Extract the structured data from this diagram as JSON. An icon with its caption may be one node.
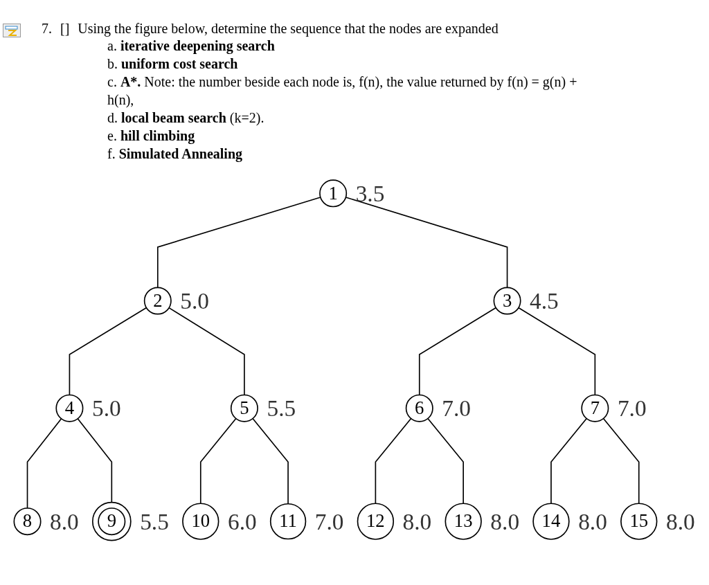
{
  "diagram": {
    "nodes": [
      {
        "text": [
          "1"
        ],
        "beside": [
          "3.5"
        ]
      },
      {
        "text": [
          "2"
        ],
        "beside": [
          "5.0"
        ]
      },
      {
        "text": [
          "3"
        ],
        "beside": [
          "4.5"
        ]
      },
      {
        "text": [
          "4"
        ],
        "beside": [
          "5.0"
        ]
      },
      {
        "text": [
          "5"
        ],
        "beside": [
          "5.5"
        ]
      },
      {
        "text": [
          "6"
        ],
        "beside": [
          "7.0"
        ]
      },
      {
        "text": [
          "7"
        ],
        "beside": [
          "7.0"
        ]
      },
      {
        "text": [
          "8"
        ],
        "beside": [
          "8.0"
        ]
      },
      {
        "text": [
          "9"
        ],
        "beside": [
          "5.5"
        ]
      },
      {
        "text": [
          "10"
        ],
        "beside": [
          "6.0"
        ]
      },
      {
        "text": [
          "11"
        ],
        "beside": [
          "7.0"
        ]
      },
      {
        "text": [
          "12"
        ],
        "beside": [
          "8.0"
        ]
      },
      {
        "text": [
          "13"
        ],
        "beside": [
          "8.0"
        ]
      },
      {
        "text": [
          "14"
        ],
        "beside": [
          "8.0"
        ]
      },
      {
        "text": [
          "15"
        ],
        "beside": [
          "8.0"
        ]
      }
    ],
    "edges": [
      {
        "from": 0,
        "to": 1,
        "arrow": "none"
      },
      {
        "from": 0,
        "to": 2,
        "arrow": "none"
      },
      {
        "from": 1,
        "to": 3,
        "arrow": "none"
      },
      {
        "from": 1,
        "to": 4,
        "arrow": "none"
      },
      {
        "from": 2,
        "to": 5,
        "arrow": "none"
      },
      {
        "from": 2,
        "to": 6,
        "arrow": "none"
      },
      {
        "from": 3,
        "to": 7,
        "arrow": "none"
      },
      {
        "from": 3,
        "to": 8,
        "arrow": "none"
      },
      {
        "from": 4,
        "to": 9,
        "arrow": "none"
      },
      {
        "from": 4,
        "to": 10,
        "arrow": "none"
      },
      {
        "from": 5,
        "to": 11,
        "arrow": "none"
      },
      {
        "from": 5,
        "to": 12,
        "arrow": "none"
      },
      {
        "from": 6,
        "to": 13,
        "arrow": "none"
      },
      {
        "from": 6,
        "to": 14,
        "arrow": "none"
      }
    ],
    "labels": [
      "7.",
      "[]",
      "Using the figure below, determine the sequence that the nodes are expanded",
      "a. **iterative deepening search**",
      "b. **uniform cost search**",
      "c. **A*.** Note: the number beside each node is, f(n), the value returned by f(n) = g(n) + h(n),",
      "d. **local beam search** (k=2).",
      "e. **hill climbing**",
      "f. **Simulated Annealing**"
    ]
  }
}
